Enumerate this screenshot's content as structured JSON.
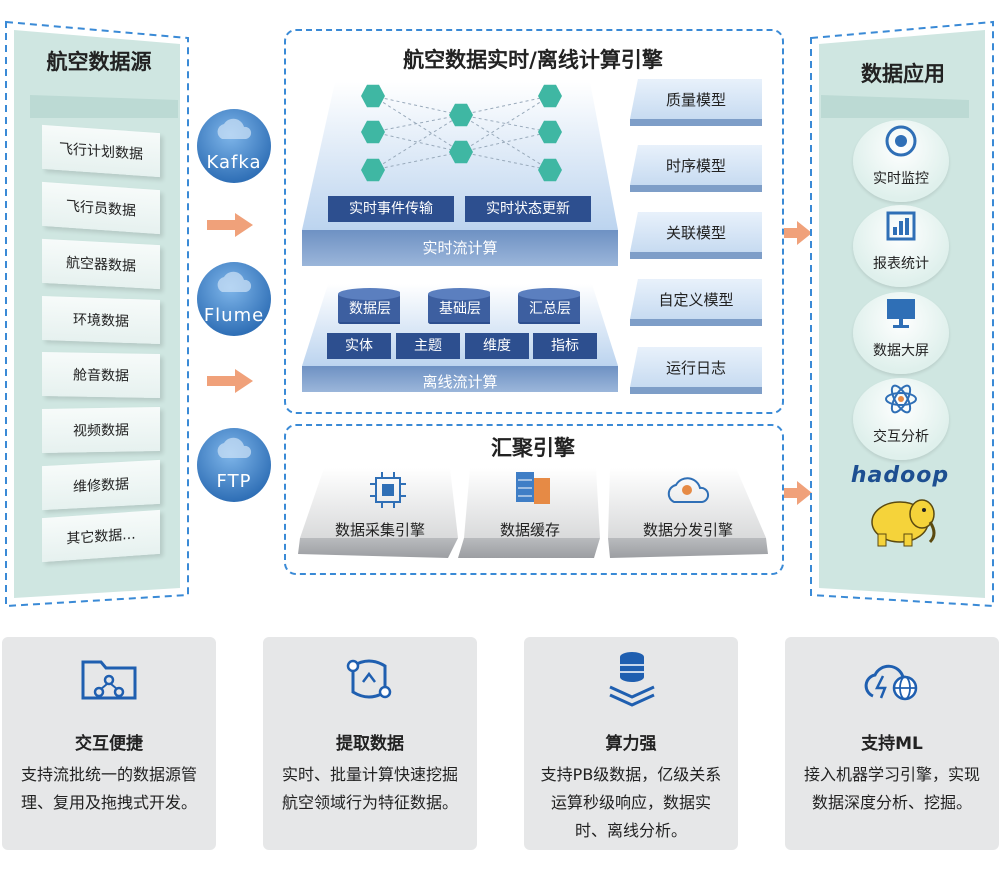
{
  "left_panel": {
    "title": "航空数据源",
    "items": [
      "飞行计划数据",
      "飞行员数据",
      "航空器数据",
      "环境数据",
      "舱音数据",
      "视频数据",
      "维修数据",
      "其它数据..."
    ]
  },
  "tools": [
    "Kafka",
    "Flume",
    "FTP"
  ],
  "engine": {
    "title": "航空数据实时/离线计算引擎",
    "realtime": {
      "chips": [
        "实时事件传输",
        "实时状态更新"
      ],
      "label": "实时流计算"
    },
    "offline": {
      "layers": [
        "数据层",
        "基础层",
        "汇总层"
      ],
      "chips": [
        "实体",
        "主题",
        "维度",
        "指标"
      ],
      "label": "离线流计算"
    },
    "models": [
      "质量模型",
      "时序模型",
      "关联模型",
      "自定义模型",
      "运行日志"
    ]
  },
  "aggregation": {
    "title": "汇聚引擎",
    "items": [
      "数据采集引擎",
      "数据缓存",
      "数据分发引擎"
    ]
  },
  "right_panel": {
    "title": "数据应用",
    "items": [
      {
        "label": "实时监控",
        "icon": "monitor-gauge-icon"
      },
      {
        "label": "报表统计",
        "icon": "report-icon"
      },
      {
        "label": "数据大屏",
        "icon": "big-screen-icon"
      },
      {
        "label": "交互分析",
        "icon": "atom-icon"
      }
    ],
    "logo_text": "hadoop"
  },
  "cards": [
    {
      "title": "交互便捷",
      "desc": "支持流批统一的数据源管理、复用及拖拽式开发。",
      "icon": "folder-share-icon"
    },
    {
      "title": "提取数据",
      "desc": "实时、批量计算快速挖掘航空领域行为特征数据。",
      "icon": "extract-icon"
    },
    {
      "title": "算力强",
      "desc": "支持PB级数据，亿级关系运算秒级响应，数据实时、离线分析。",
      "icon": "database-stack-icon"
    },
    {
      "title": "支持ML",
      "desc": "接入机器学习引擎，实现数据深度分析、挖掘。",
      "icon": "cloud-globe-icon"
    }
  ],
  "colors": {
    "accent": "#2f6fb6",
    "dash": "#3a8ad6",
    "arrow": "#f0a17a",
    "panel": "#cfe6e1",
    "chip": "#2d4f8f",
    "hex": "#3fb7a3"
  }
}
